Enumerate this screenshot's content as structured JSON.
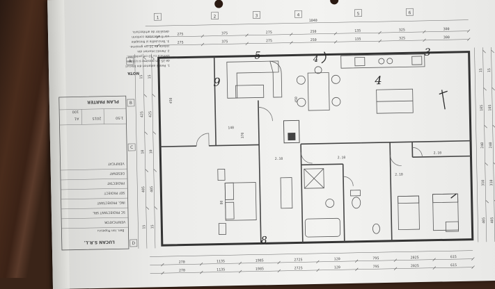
{
  "title_block": {
    "rows": [
      "VERIFICATOR",
      "SC PROIECTANT SRL",
      "ING. PROIECTANT",
      "SEF PROIECT",
      "PROIECTAT",
      "DESENAT",
      "VERIFICAT"
    ],
    "company": "LUCAN S.R.L.",
    "client": "Ben. Ion Popescu",
    "drawing_title": "PLAN PARTER",
    "scale": "1:50",
    "date": "2015",
    "sheet_no": "A1",
    "project_no": "100"
  },
  "notes": {
    "heading": "NOTA",
    "lines": [
      "1. Peretii exteriori din blocuri",
      "   de 25 cm grosime si izolatie",
      "   termica cu 10 cm polistiren.",
      "2. Peretii interiori din",
      "   zidarie de 10 cm grosime.",
      "3. Tencuielile si finisajele",
      "   vor fi executate conform",
      "   detaliilor de arhitectura."
    ]
  },
  "dimensions": {
    "top_row": [
      "275",
      "375",
      "275",
      "250",
      "135",
      "325",
      "300"
    ],
    "top_total": "1040",
    "bottom_row": [
      "270",
      "1135",
      "1985",
      "2725",
      "120",
      "795",
      "2025",
      "615"
    ],
    "left_col": [
      "15",
      "425",
      "10",
      "405",
      "15"
    ],
    "right_col": [
      "15",
      "105",
      "240",
      "310",
      "405"
    ],
    "interior": [
      "450",
      "370",
      "140",
      "2.10",
      "2.10",
      "2.10",
      "2.10",
      "80",
      "450"
    ]
  },
  "axis_labels": {
    "top": [
      "1",
      "2",
      "3",
      "4",
      "5",
      "6"
    ],
    "left": [
      "A",
      "B",
      "C",
      "D"
    ]
  },
  "handwritten": {
    "room_numbers": [
      "9",
      "5",
      "4",
      "3",
      "8"
    ],
    "arrow_mark": "4"
  },
  "colors": {
    "ink": "#4a4a4a",
    "pen": "#2a2a2a",
    "paper": "#f2f2f0"
  }
}
